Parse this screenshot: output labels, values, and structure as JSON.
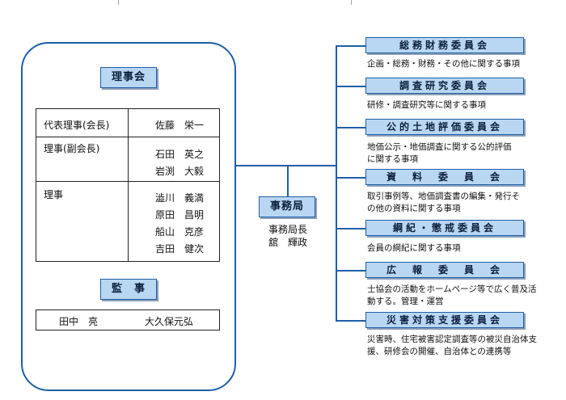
{
  "board": {
    "title": "理事会",
    "members": [
      {
        "role": "代表理事(会長)",
        "names": [
          "佐藤　栄一"
        ]
      },
      {
        "role": "理事(副会長)",
        "names": [
          "石田　英之",
          "岩渕　大毅"
        ]
      },
      {
        "role": "理事",
        "names": [
          "澁川　義満",
          "原田　昌明",
          "船山　克彦",
          "吉田　健次"
        ]
      }
    ]
  },
  "auditors": {
    "title": "監　事",
    "names": [
      "田中　亮",
      "大久保元弘"
    ]
  },
  "secretariat": {
    "title": "事務局",
    "head_title": "事務局長",
    "head_name": "舘　輝政"
  },
  "committees": [
    {
      "name": "総務財務委員会",
      "description": "企画・総務・財務・その他に関する事項"
    },
    {
      "name": "調査研究委員会",
      "description": "研修・調査研究等に関する事項"
    },
    {
      "name": "公的土地評価委員会",
      "description": "地価公示・地価調査に関する公的評価に関する事項"
    },
    {
      "name": "資　料　委　員　会",
      "description": "取引事例等、地価調査書の編集・発行その他の資料に関する事項"
    },
    {
      "name": "綱紀・懲戒委員会",
      "description": "会員の綱紀に関する事項"
    },
    {
      "name": "広　報　委　員　会",
      "description": "士協会の活動をホームページ等で広く普及活動する。管理・運営"
    },
    {
      "name": "災害対策支援委員会",
      "description": "災害時、住宅被害認定調査等の被災自治体支援、研修会の開催、自治体との連携等"
    }
  ]
}
